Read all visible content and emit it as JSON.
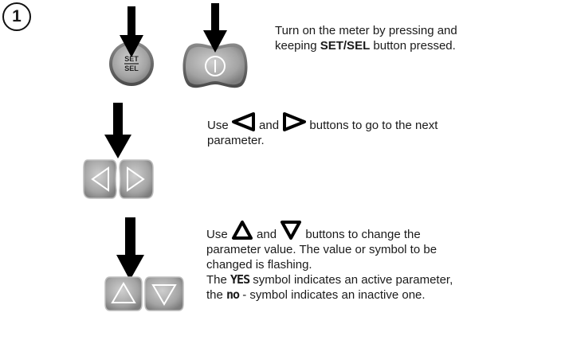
{
  "step": {
    "number": "1"
  },
  "buttons": {
    "set_top": "SET",
    "set_bottom": "SEL"
  },
  "instructions": {
    "power": {
      "line1": "Turn on the meter by pressing and",
      "line2_pre": "keeping ",
      "line2_bold": "SET/SEL",
      "line2_post": " button pressed."
    },
    "navigate": {
      "use": "Use",
      "and": "and",
      "post": "buttons to go to the next",
      "line2": "parameter."
    },
    "change": {
      "use": "Use",
      "and": "and",
      "post": "buttons to change the",
      "line2": "parameter value. The value or symbol to be",
      "line3": "changed is flashing.",
      "line4_pre": "The",
      "yes_symbol": "YES",
      "line4_post": "symbol indicates an active parameter,",
      "line5_pre": "the",
      "no_symbol": "no",
      "line5_post": "- symbol indicates an inactive one."
    }
  },
  "colors": {
    "button_gray": "#a9a9a9",
    "arrow": "#000000"
  }
}
